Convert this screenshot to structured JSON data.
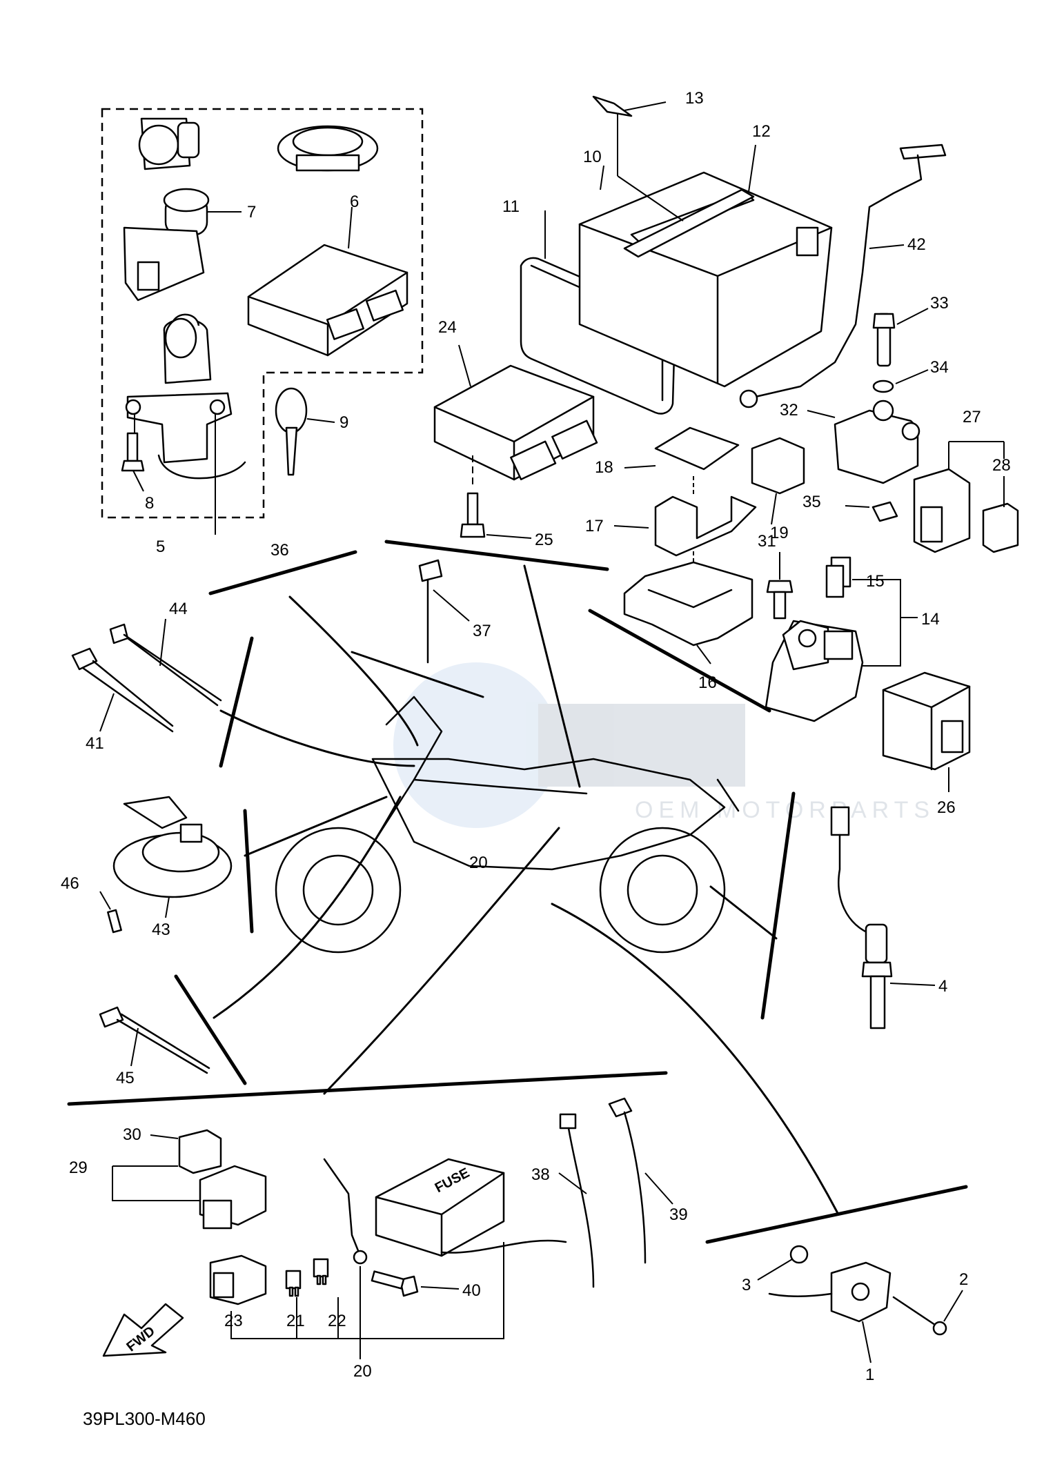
{
  "diagram": {
    "drawing_code": "39PL300-M460",
    "fwd_label": "FWD",
    "fuse_label": "FUSE",
    "watermark": "OEM MOTORPARTS",
    "callouts": {
      "c1": "1",
      "c2": "2",
      "c3": "3",
      "c4": "4",
      "c5": "5",
      "c6": "6",
      "c7": "7",
      "c8": "8",
      "c9": "9",
      "c10": "10",
      "c11": "11",
      "c12": "12",
      "c13": "13",
      "c14": "14",
      "c15": "15",
      "c16": "16",
      "c17": "17",
      "c18": "18",
      "c19": "19",
      "c20a": "20",
      "c20b": "20",
      "c21": "21",
      "c22": "22",
      "c23": "23",
      "c24": "24",
      "c25": "25",
      "c26": "26",
      "c27": "27",
      "c28": "28",
      "c29": "29",
      "c30": "30",
      "c31": "31",
      "c32": "32",
      "c33": "33",
      "c34": "34",
      "c35": "35",
      "c36": "36",
      "c37": "37",
      "c38": "38",
      "c39": "39",
      "c40": "40",
      "c41": "41",
      "c42": "42",
      "c43": "43",
      "c44": "44",
      "c45": "45",
      "c46": "46"
    }
  }
}
